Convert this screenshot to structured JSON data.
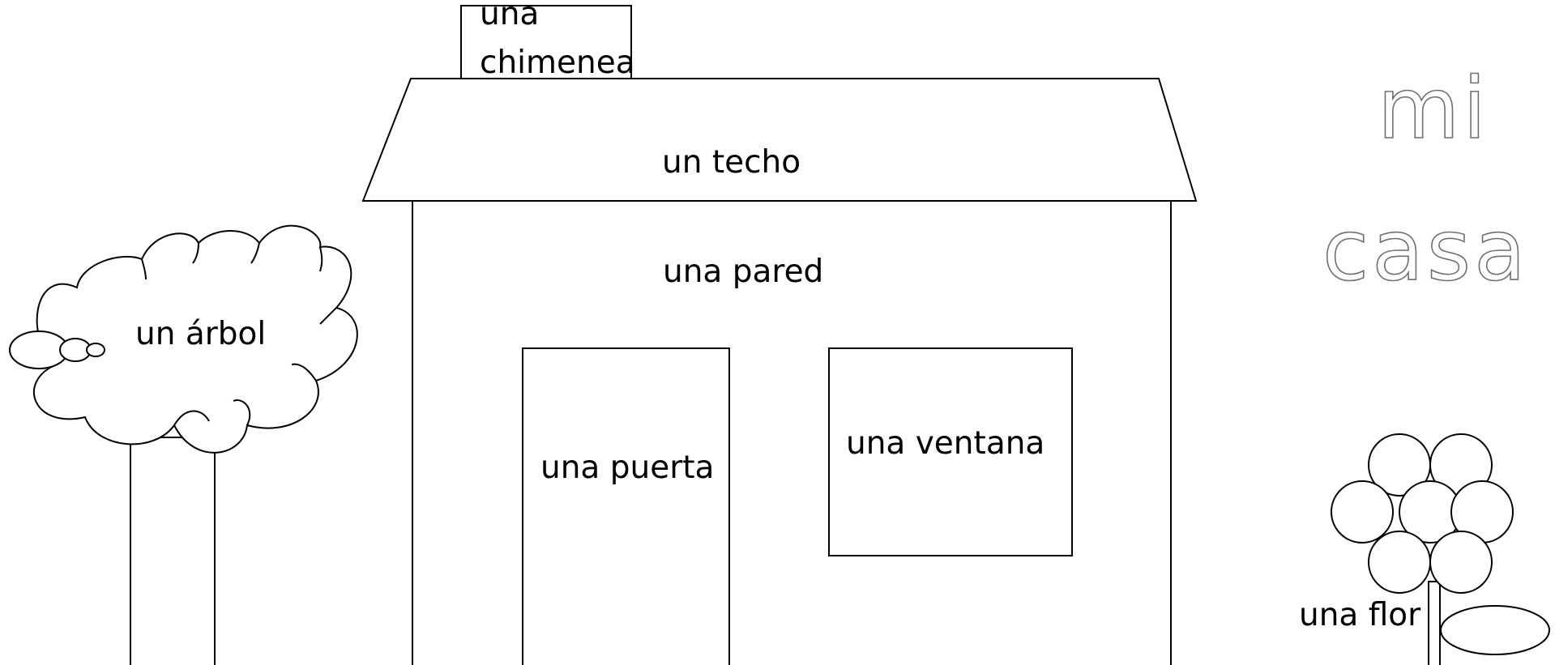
{
  "title": {
    "line1": "mi",
    "line2": "casa"
  },
  "labels": {
    "chimney_line1": "una",
    "chimney_line2": "chimenea",
    "roof": "un techo",
    "wall": "una pared",
    "door": "una puerta",
    "window": "una ventana",
    "tree": "un árbol",
    "flower": "una flor"
  },
  "colors": {
    "line": "#000000",
    "background": "#ffffff",
    "title_outline": "#707070"
  }
}
